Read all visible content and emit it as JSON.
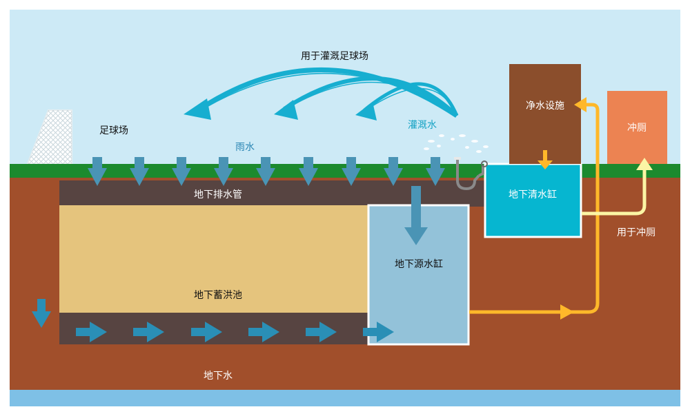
{
  "labels": {
    "irrigate_field": "用于灌溉足球场",
    "football_field": "足球场",
    "rain": "雨水",
    "irrigation_water": "灌溉水",
    "water_purification": "净水设施",
    "toilet": "冲厕",
    "underground_drain_pipe": "地下排水管",
    "clear_water_tank": "地下清水缸",
    "for_toilet_flushing": "用于冲厕",
    "source_water_tank": "地下源水缸",
    "storm_tank": "地下蓄洪池",
    "groundwater": "地下水"
  },
  "colors": {
    "sky": "#cdeaf6",
    "grass": "#1c8a2e",
    "soil": "#a14f2b",
    "pipe": "#574441",
    "storage": "#e5c47d",
    "source_tank": "#93c2d9",
    "clear_tank": "#06b6d0",
    "purification": "#8b4e2c",
    "toilet": "#ec8352",
    "water_bottom": "#7ec0e6",
    "arrow_blue": "#4a94b5",
    "arrow_teal": "#2a8fb6",
    "irrigation_arc": "#17aed0",
    "flow_yellow": "#ffb82a",
    "flow_pale": "#fbf5a5"
  }
}
